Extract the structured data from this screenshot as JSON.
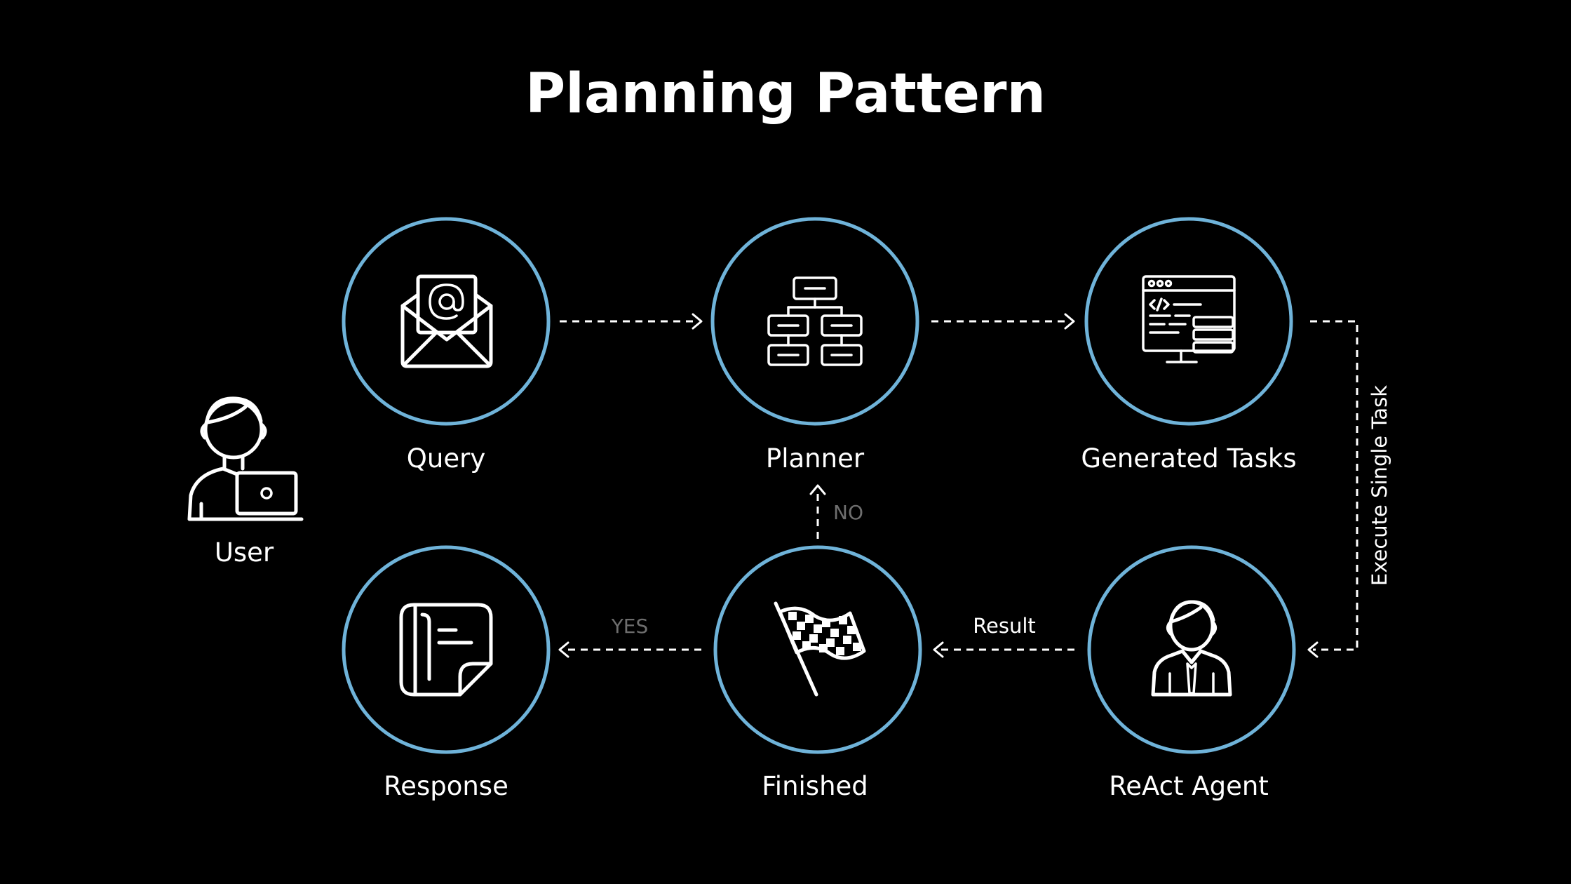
{
  "title": "Planning Pattern",
  "colors": {
    "background": "#000000",
    "ring": "#6fb3d9",
    "text": "#ffffff",
    "muted": "#6e6e6e"
  },
  "nodes": {
    "user": {
      "label": "User",
      "icon": "user-laptop-icon"
    },
    "query": {
      "label": "Query",
      "icon": "email-at-icon"
    },
    "planner": {
      "label": "Planner",
      "icon": "hierarchy-icon"
    },
    "generated_tasks": {
      "label": "Generated Tasks",
      "icon": "code-monitor-icon"
    },
    "react_agent": {
      "label": "ReAct Agent",
      "icon": "agent-person-icon"
    },
    "finished": {
      "label": "Finished",
      "icon": "checkered-flag-icon"
    },
    "response": {
      "label": "Response",
      "icon": "note-document-icon"
    }
  },
  "edges": {
    "execute_single_task": "Execute Single Task",
    "result": "Result",
    "no": "NO",
    "yes": "YES"
  }
}
